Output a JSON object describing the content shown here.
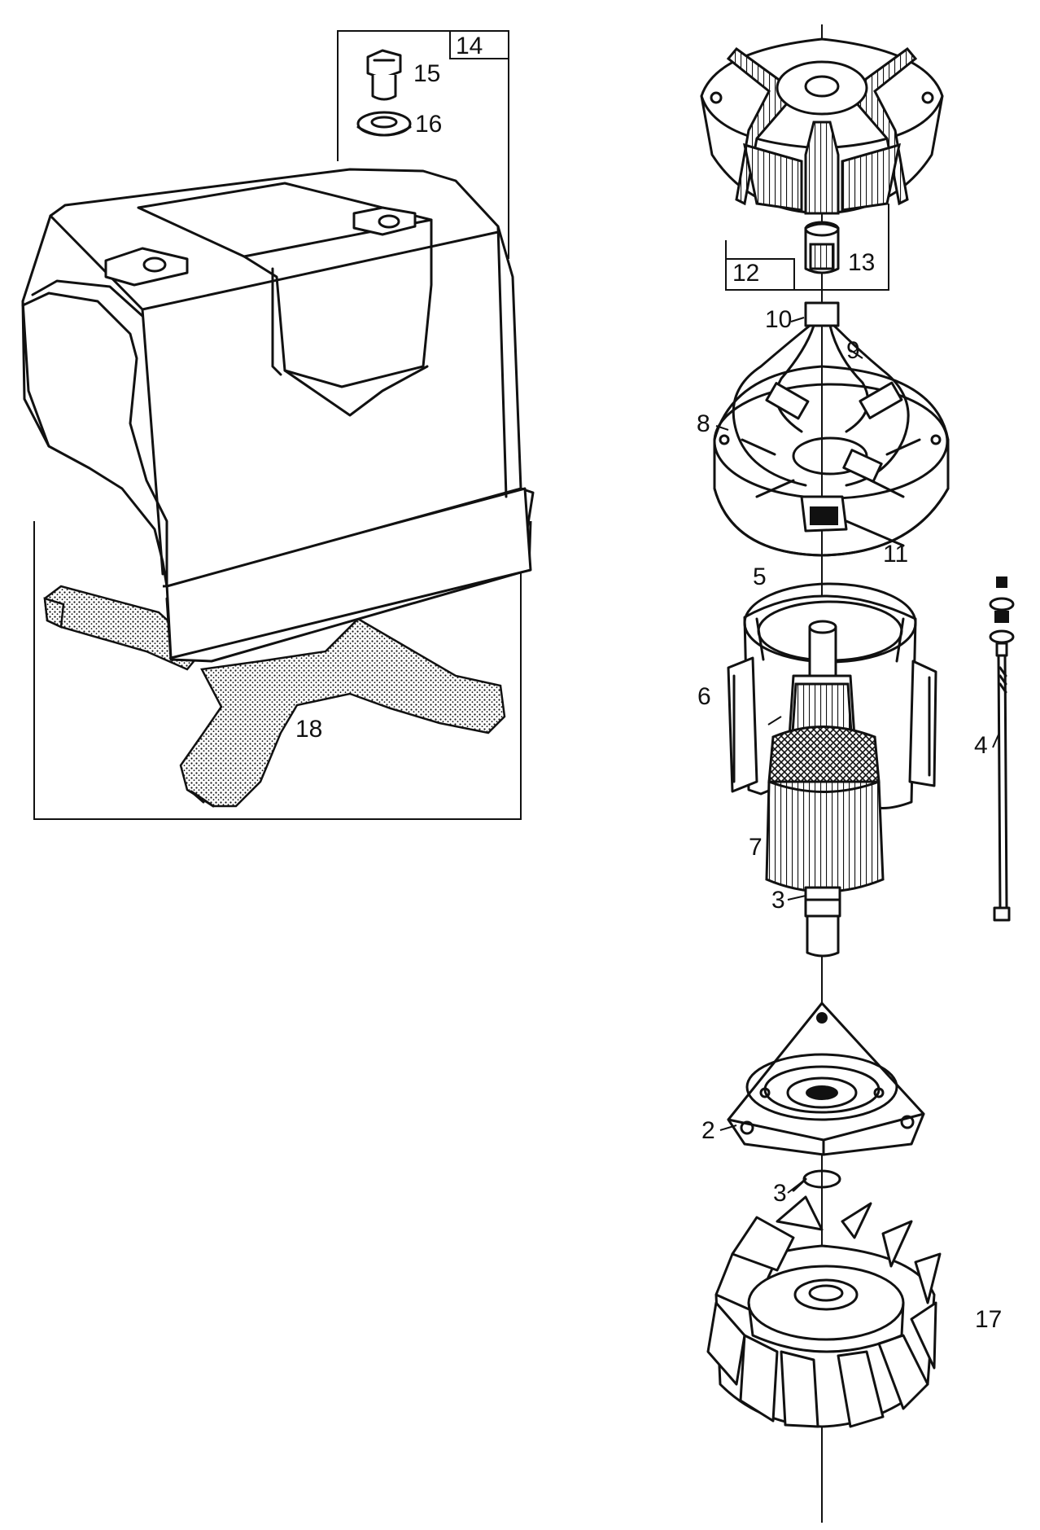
{
  "labels": {
    "p2": "2",
    "p3a": "3",
    "p3b": "3",
    "p4": "4",
    "p5": "5",
    "p6": "6",
    "p7": "7",
    "p8": "8",
    "p9": "9",
    "p10": "10",
    "p11": "11",
    "p12": "12",
    "p13": "13",
    "p14": "14",
    "p15": "15",
    "p16": "16",
    "p17": "17",
    "p18": "18"
  }
}
